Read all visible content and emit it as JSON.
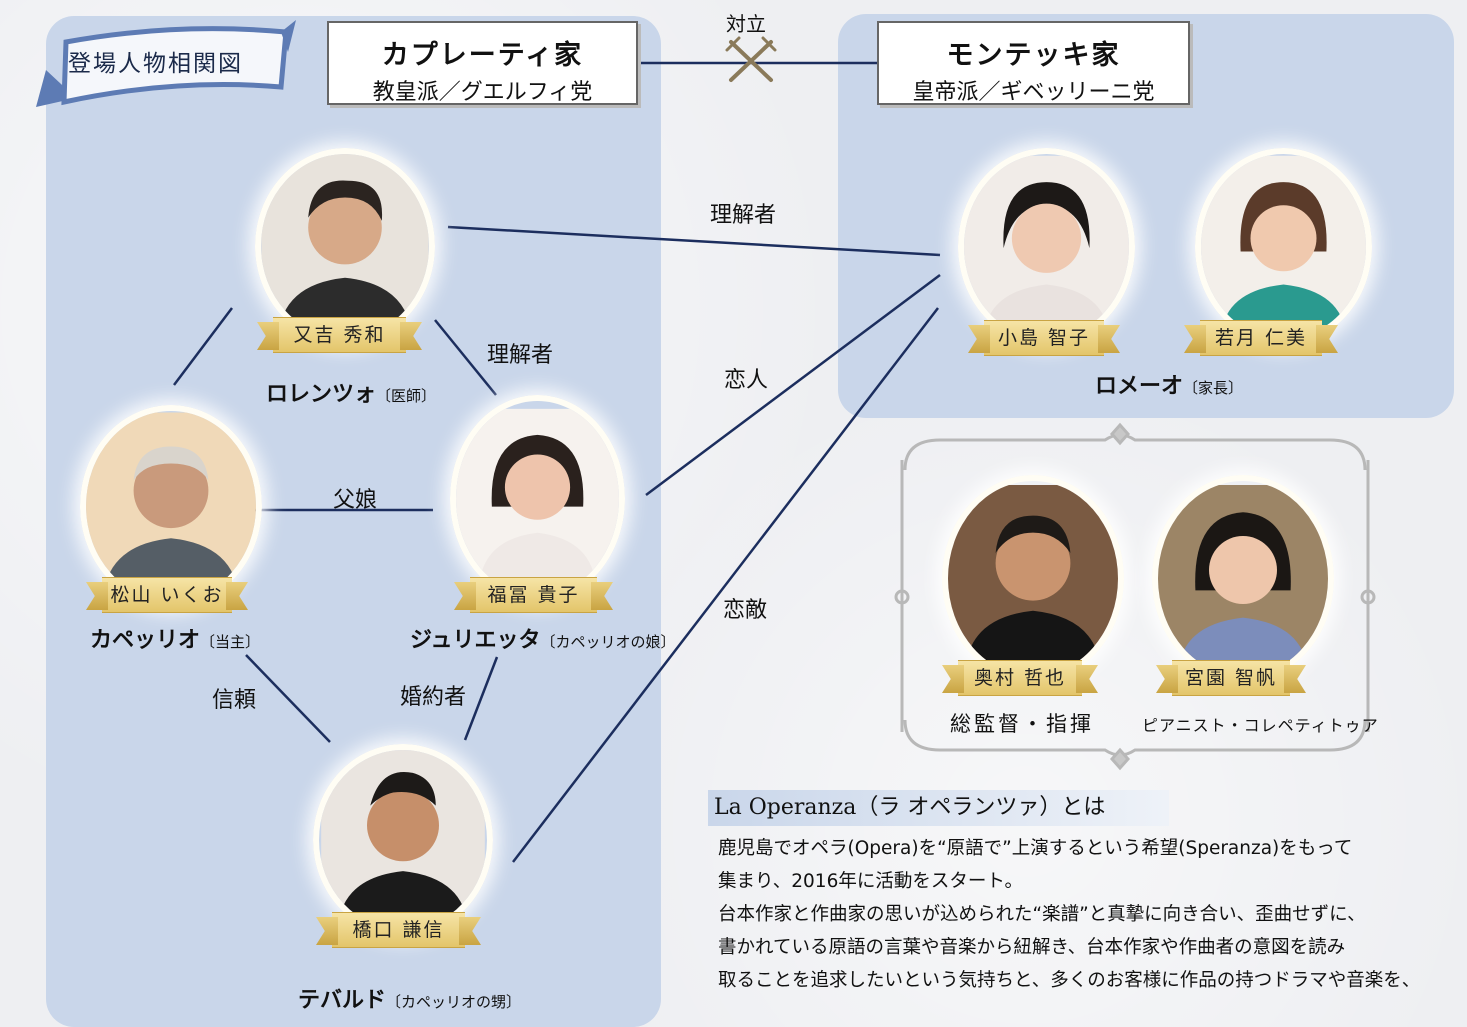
{
  "banner": {
    "label": "登場人物相関図"
  },
  "families": {
    "capuleti": {
      "name": "カプレーティ家",
      "faction": "教皇派／グエルフィ党"
    },
    "montecchi": {
      "name": "モンテッキ家",
      "faction": "皇帝派／ギベッリーニ党"
    }
  },
  "conflict_label": "対立",
  "cast": {
    "lorenzo": {
      "performer": "又吉 秀和",
      "role": "ロレンツォ",
      "note": "〔医師〕"
    },
    "capellio": {
      "performer": "松山 いくお",
      "role": "カペッリオ",
      "note": "〔当主〕"
    },
    "giulietta": {
      "performer": "福冨 貴子",
      "role": "ジュリエッタ",
      "note": "〔カペッリオの娘〕"
    },
    "tebaldo": {
      "performer": "橋口 謙信",
      "role": "テバルド",
      "note": "〔カペッリオの甥〕"
    },
    "romeo_1": {
      "performer": "小島 智子"
    },
    "romeo_2": {
      "performer": "若月 仁美"
    },
    "romeo": {
      "role": "ロメーオ",
      "note": "〔家長〕"
    }
  },
  "relations": {
    "lorenzo_romeo": "理解者",
    "lorenzo_giulietta": "理解者",
    "giulietta_romeo": "恋人",
    "capellio_giulietta": "父娘",
    "tebaldo_romeo": "恋敵",
    "capellio_tebaldo": "信頼",
    "giulietta_tebaldo": "婚約者"
  },
  "staff": {
    "director": {
      "name": "奥村 哲也",
      "title": "総監督・指揮"
    },
    "pianist": {
      "name": "宮園 智帆",
      "title": "ピアニスト・コレペティトゥア"
    }
  },
  "about": {
    "title": "La Operanza（ラ オペランツァ）とは",
    "lines": [
      "鹿児島でオペラ(Opera)を“原語で”上演するという希望(Speranza)をもって",
      "集まり、2016年に活動をスタート。",
      "台本作家と作曲家の思いが込められた“楽譜”と真摯に向き合い、歪曲せずに、",
      "書かれている原語の言葉や音楽から紐解き、台本作家や作曲者の意図を読み",
      "取ることを追求したいという気持ちと、多くのお客様に作品の持つドラマや音楽を、"
    ]
  },
  "colors": {
    "panel": "#c9d6ea",
    "line": "#1c2e5e",
    "ribbon": "#e9cf7d"
  }
}
